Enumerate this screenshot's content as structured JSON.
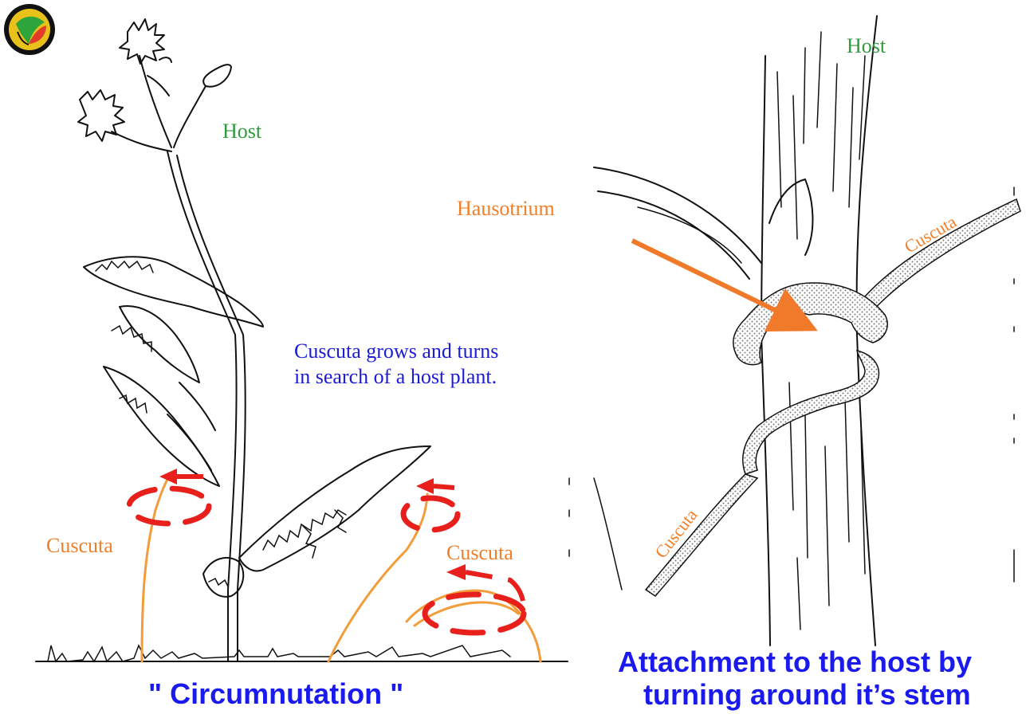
{
  "left_panel": {
    "host_label": "Host",
    "caption_line1": "Cuscuta grows and turns",
    "caption_line2": "in search of a host plant.",
    "cuscuta_label_left": "Cuscuta",
    "cuscuta_label_right": "Cuscuta",
    "title": "\" Circumnutation \""
  },
  "right_panel": {
    "host_label": "Host",
    "haustorium_label": "Hausotrium",
    "cuscuta_label_upper": "Cuscuta",
    "cuscuta_label_lower": "Cuscuta",
    "title_line1": "Attachment to the host by",
    "title_line2": "turning around it’s stem"
  },
  "colors": {
    "host_text": "#2e9a3c",
    "cuscuta": "#f39c3a",
    "caption_blue": "#1b1bd8",
    "title_blue": "#1a1aee",
    "arrow_red": "#e8201b",
    "arrow_orange": "#f07a2a"
  },
  "icons": [
    "logo-icon"
  ]
}
